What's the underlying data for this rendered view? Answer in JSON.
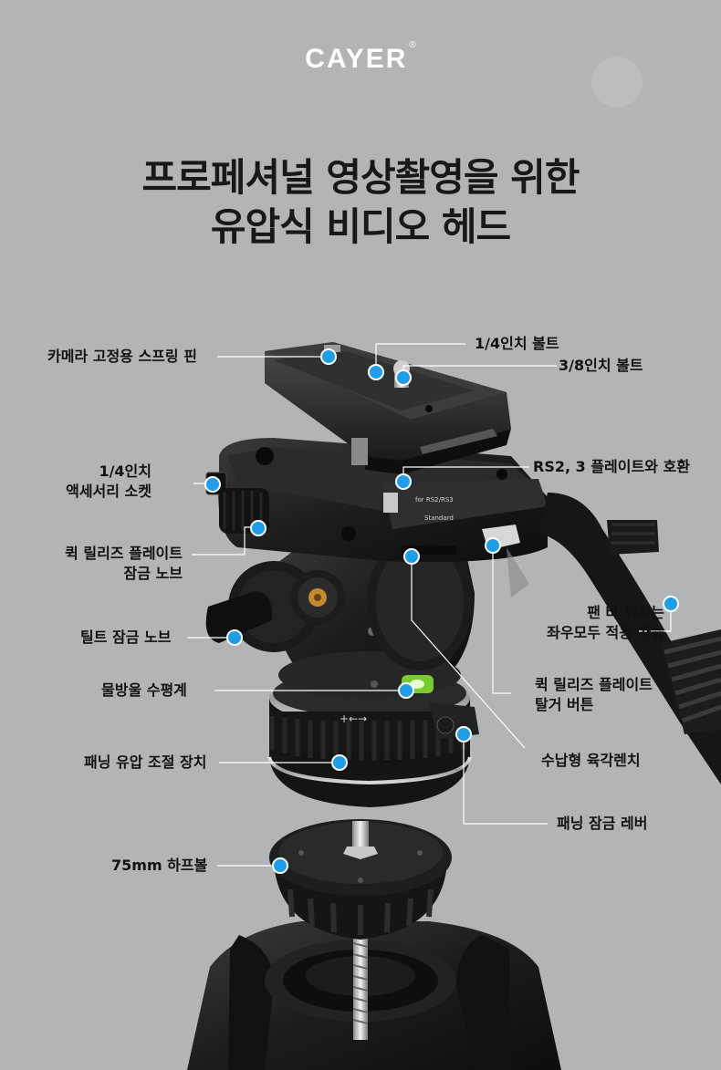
{
  "brand": {
    "name": "CAYER",
    "mark": "®"
  },
  "headline": {
    "line1": "프로페셔널 영상촬영을 위한",
    "line2": "유압식 비디오 헤드"
  },
  "plate_texts": {
    "brand_text": "for RS2/RS3",
    "standard_text": "Standard",
    "arrow_text": "+←→"
  },
  "callouts": {
    "camera_pin": "카메라 고정용 스프링 핀",
    "bolt_14": "1/4인치 볼트",
    "bolt_38": "3/8인치 볼트",
    "accessory_socket_1": "1/4인치",
    "accessory_socket_2": "액세서리 소켓",
    "rs_compat": "RS2, 3 플레이트와 호환",
    "qr_lock_1": "퀵 릴리즈 플레이트",
    "qr_lock_2": "잠금 노브",
    "panbar_1": "팬 바 위치는",
    "panbar_2": "좌우모두 적용 가능",
    "tilt_lock": "틸트 잠금 노브",
    "bubble_level": "물방울 수평계",
    "qr_release_1": "퀵 릴리즈 플레이트",
    "qr_release_2": "탈거 버튼",
    "hex_wrench": "수납형 육각렌치",
    "pan_drag": "패닝 유압 조절 장치",
    "pan_lock": "패닝 잠금 레버",
    "half_ball": "75mm 하프볼"
  },
  "colors": {
    "background": "#b3b4b6",
    "dot": "#1e9ee8",
    "leader": "#ffffff",
    "body": "#1a1a1a"
  }
}
